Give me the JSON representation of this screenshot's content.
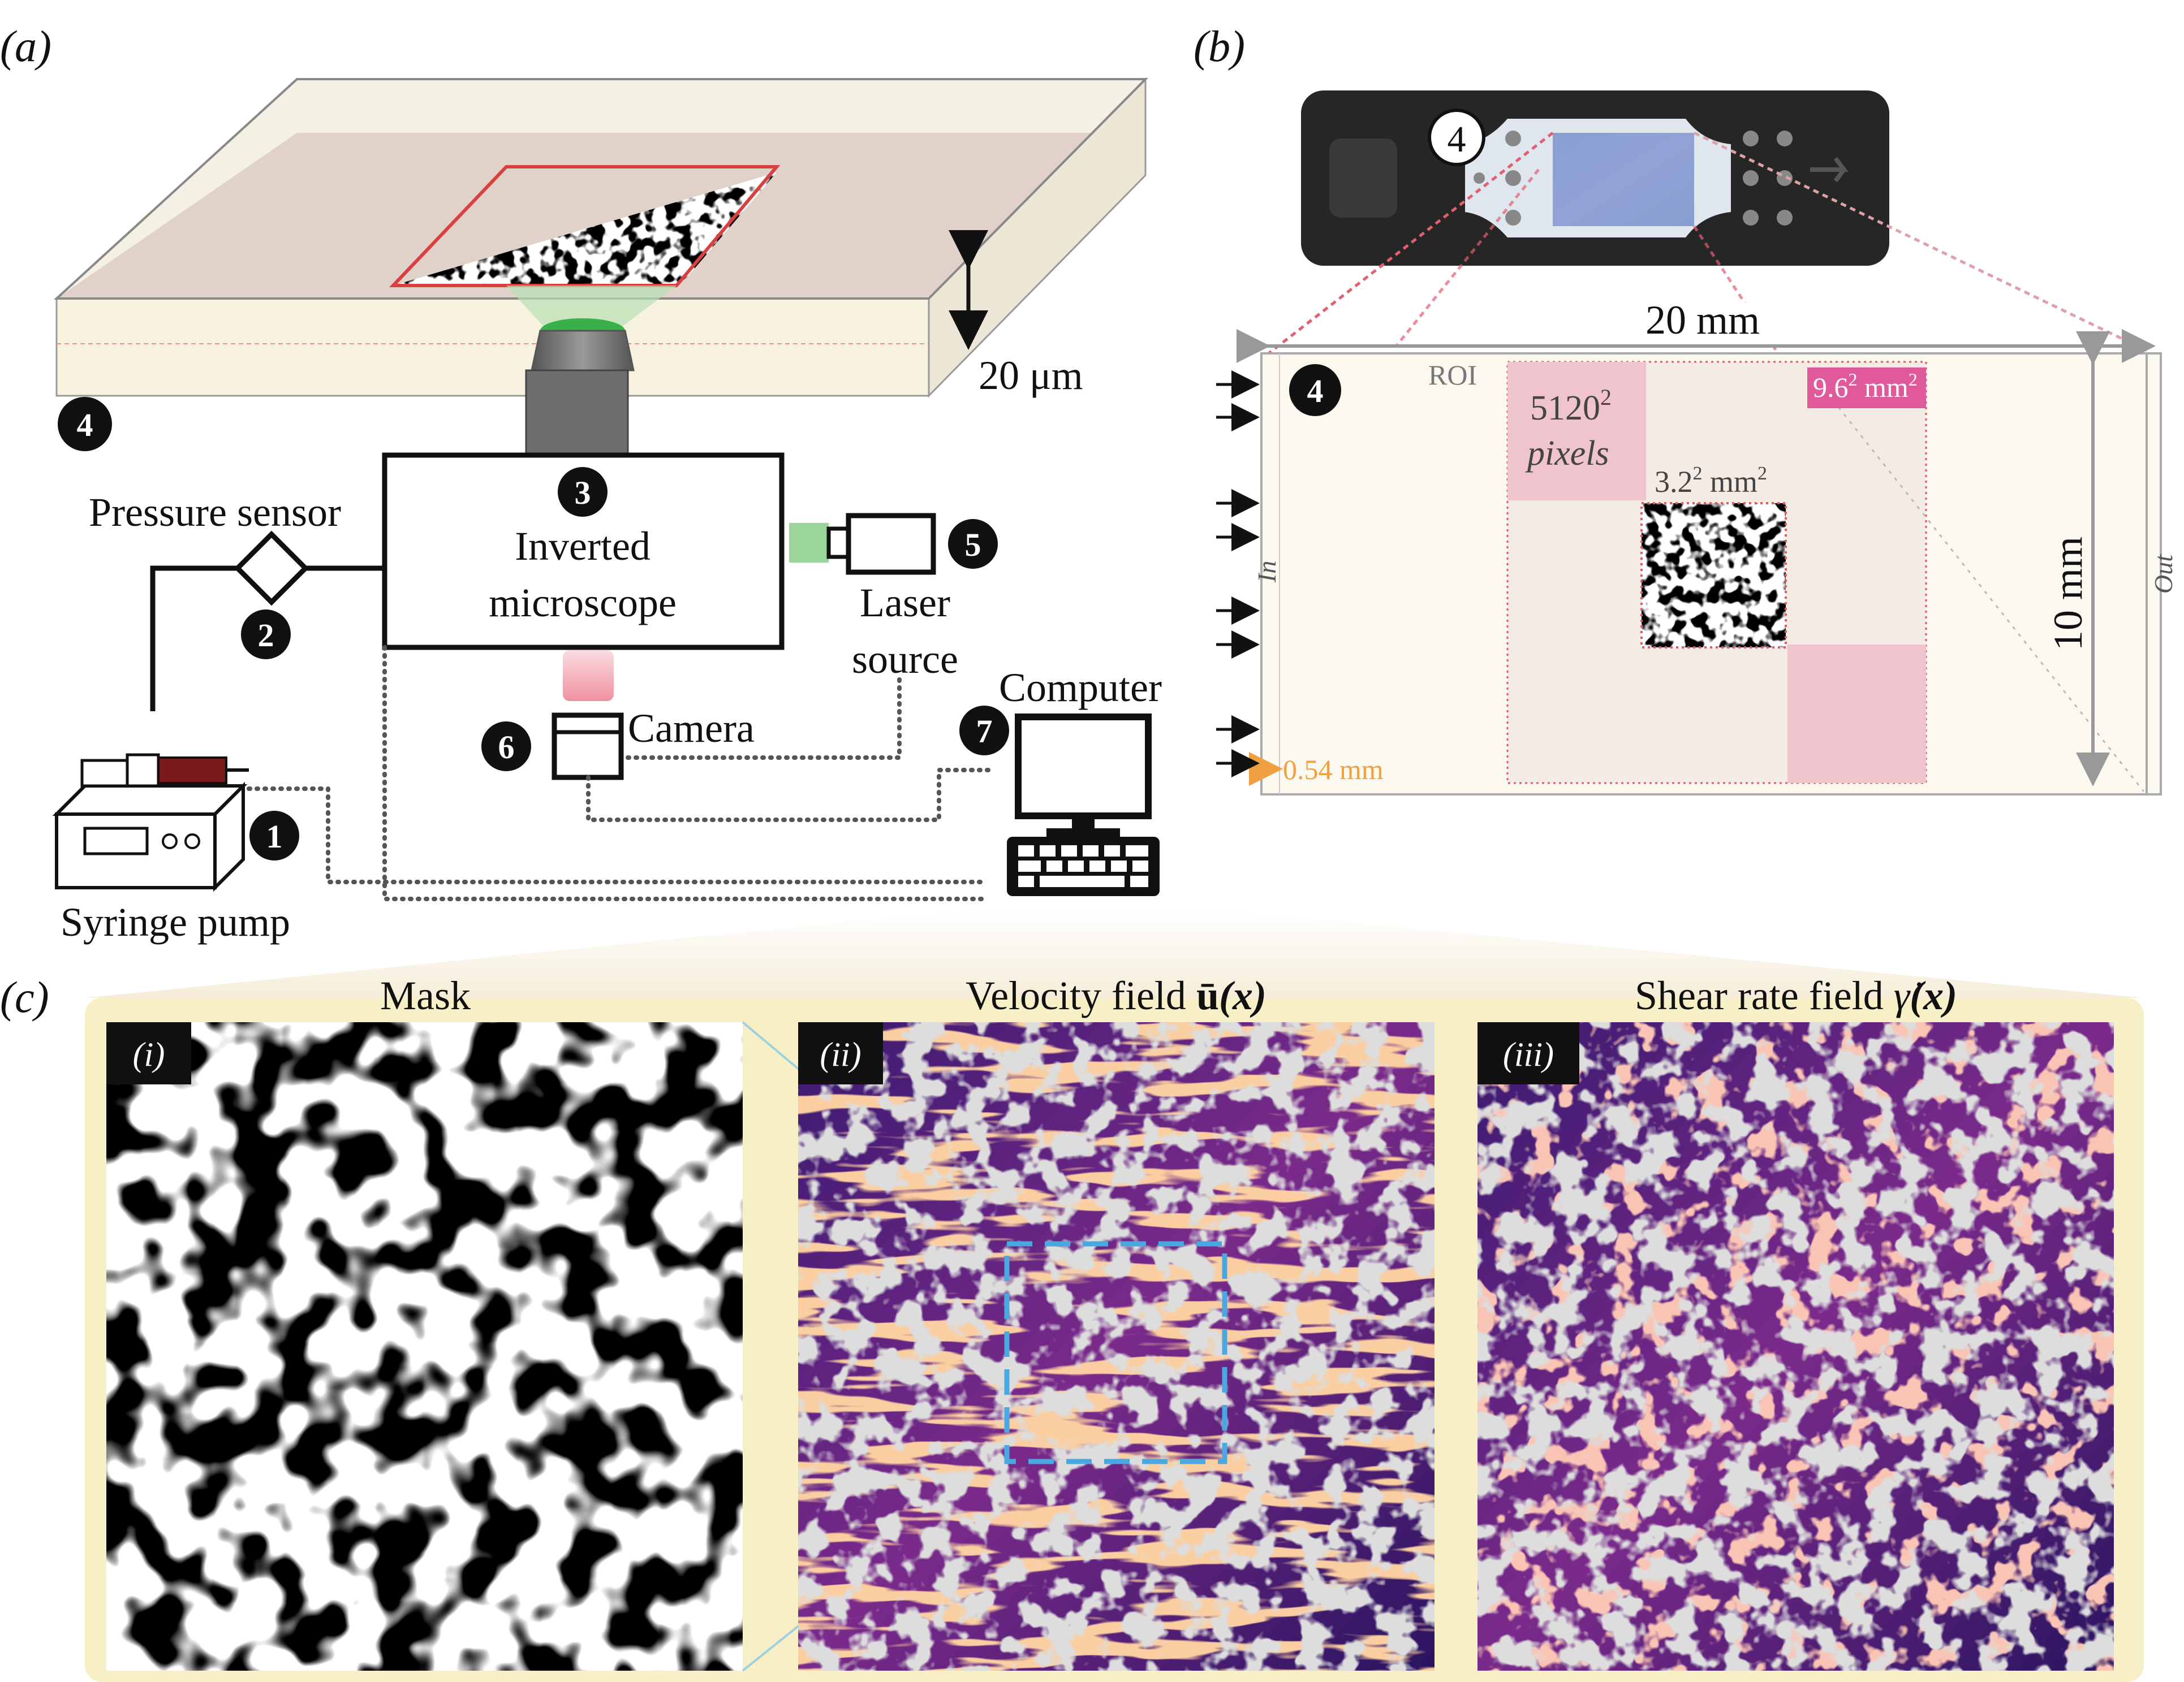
{
  "panels": {
    "a": {
      "letter": "(a)",
      "thickness_label": "20 μm",
      "chip_badge": "4",
      "components": [
        {
          "badge": "1",
          "label": "Syringe pump"
        },
        {
          "badge": "2",
          "label": "Pressure sensor"
        },
        {
          "badge": "3",
          "label_line1": "Inverted",
          "label_line2": "microscope"
        },
        {
          "badge": "5",
          "label_line1": "Laser",
          "label_line2": "source"
        },
        {
          "badge": "6",
          "label": "Camera"
        },
        {
          "badge": "7",
          "label": "Computer"
        }
      ]
    },
    "b": {
      "letter": "(b)",
      "chip_badge": "4",
      "width_label": "20 mm",
      "height_label": "10 mm",
      "roi_label": "ROI",
      "pixels_value": "5120",
      "pixels_exp": "2",
      "pixels_unit": "pixels",
      "inner_value": "3.2",
      "inner_exp": "2",
      "inner_unit": " mm",
      "inner_unit_exp": "2",
      "big_value": "9.6",
      "big_exp": "2",
      "big_unit": " mm",
      "big_unit_exp": "2",
      "inlet_label": "In",
      "outlet_label": "Out",
      "gap_label": "0.54 mm"
    },
    "c": {
      "letter": "(c)",
      "subpanels": [
        {
          "tag": "(i)",
          "title": "Mask"
        },
        {
          "tag": "(ii)",
          "title_text": "Velocity field ",
          "title_symbol": "ū",
          "title_arg": "(x)"
        },
        {
          "tag": "(iii)",
          "title_text": "Shear rate field ",
          "title_symbol": "γ̇",
          "title_arg": "(x)"
        }
      ]
    }
  },
  "colors": {
    "badge": "#111111",
    "roi_pink": "#f0c4cd",
    "roi_magenta": "#e0599a",
    "inner_border": "#e05a6a",
    "gap_orange": "#f0a040",
    "panel_c_bg": "#f7efc6",
    "dashed_box": "#4aa8e0",
    "laser_green": "#9cd69c",
    "camera_red": "#f08a9a",
    "field_low": "#1a0c40",
    "field_mid": "#8a2a9a",
    "field_high": "#f5c060",
    "field_solid": "#b8b8b8"
  }
}
